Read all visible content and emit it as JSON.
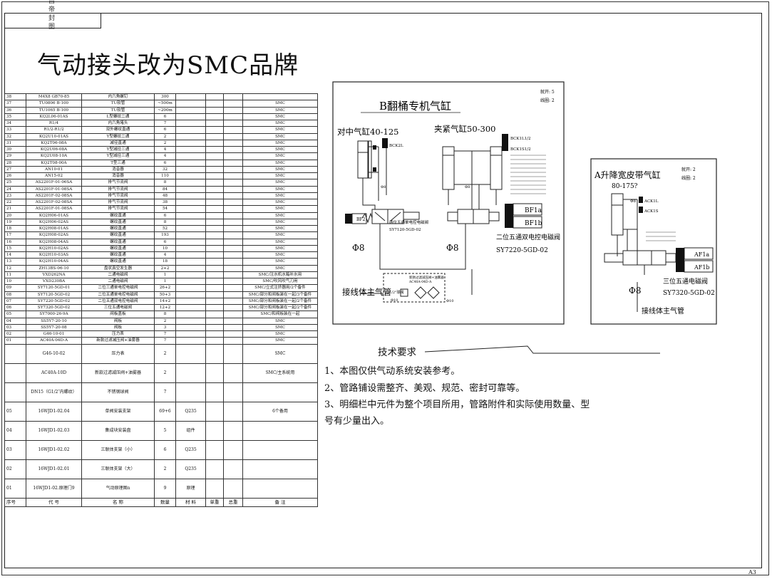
{
  "drawing": {
    "title": "气动接头改为SMC品牌",
    "stamp_text": "昌 帝 封 图",
    "sheet_size": "A3"
  },
  "bom": {
    "header": [
      "序号",
      "代  号",
      "名  称",
      "数量",
      "材  料",
      "单重",
      "总重",
      "备  注"
    ],
    "rows": [
      [
        "38",
        "M4X8 GB70-85",
        "内六角螺钉",
        "300",
        "",
        "",
        "",
        ""
      ],
      [
        "37",
        "TU0806 B-100",
        "TU软管",
        "~500m",
        "",
        "",
        "",
        "SMC"
      ],
      [
        "36",
        "TU1065 B-100",
        "TU软管",
        "~200m",
        "",
        "",
        "",
        "SMC"
      ],
      [
        "35",
        "KQ2L06-01AS",
        "L型螺纹二通",
        "6",
        "",
        "",
        "",
        "SMC"
      ],
      [
        "34",
        "R1/4",
        "内六角堵头",
        "7",
        "",
        "",
        "",
        "SMC"
      ],
      [
        "33",
        "R1/2-R1/2",
        "双外螺纹直通",
        "6",
        "",
        "",
        "",
        "SMC"
      ],
      [
        "32",
        "KQ2U10-01AS",
        "Y型螺纹二通",
        "2",
        "",
        "",
        "",
        "SMC"
      ],
      [
        "31",
        "KQ2T06-08A",
        "减径直通",
        "2",
        "",
        "",
        "",
        "SMC"
      ],
      [
        "30",
        "KQ2U06-08A",
        "Y型减径三通",
        "4",
        "",
        "",
        "",
        "SMC"
      ],
      [
        "29",
        "KQ2U08-10A",
        "Y型减径三通",
        "4",
        "",
        "",
        "",
        "SMC"
      ],
      [
        "28",
        "KQ2T08-00A",
        "T型三通",
        "6",
        "",
        "",
        "",
        "SMC"
      ],
      [
        "27",
        "AN10-01",
        "消音器",
        "32",
        "",
        "",
        "",
        "SMC"
      ],
      [
        "26",
        "AN15-02",
        "消音器",
        "110",
        "",
        "",
        "",
        "SMC"
      ],
      [
        "25",
        "AS2201F-01-06SA",
        "排气节流阀",
        "8",
        "",
        "",
        "",
        "SMC"
      ],
      [
        "24",
        "AS2201F-01-08SA",
        "排气节流阀",
        "84",
        "",
        "",
        "",
        "SMC"
      ],
      [
        "23",
        "AS2201F-02-08SA",
        "排气节流阀",
        "48",
        "",
        "",
        "",
        "SMC"
      ],
      [
        "22",
        "AS2201F-02-08SA",
        "排气节流阀",
        "38",
        "",
        "",
        "",
        "SMC"
      ],
      [
        "21",
        "AS2201F-01-08SA",
        "排气节流阀",
        "54",
        "",
        "",
        "",
        "SMC"
      ],
      [
        "20",
        "KQ2H06-01AS",
        "螺纹直通",
        "6",
        "",
        "",
        "",
        "SMC"
      ],
      [
        "19",
        "KQ2H06-02AS",
        "螺纹直通",
        "8",
        "",
        "",
        "",
        "SMC"
      ],
      [
        "18",
        "KQ2H08-01AS",
        "螺纹直通",
        "52",
        "",
        "",
        "",
        "SMC"
      ],
      [
        "17",
        "KQ2H08-02AS",
        "螺纹直通",
        "193",
        "",
        "",
        "",
        "SMC"
      ],
      [
        "16",
        "KQ2H08-04AS",
        "螺纹直通",
        "6",
        "",
        "",
        "",
        "SMC"
      ],
      [
        "15",
        "KQ2H10-02AS",
        "螺纹直通",
        "10",
        "",
        "",
        "",
        "SMC"
      ],
      [
        "14",
        "KQ2H10-03AS",
        "螺纹直通",
        "4",
        "",
        "",
        "",
        "SMC"
      ],
      [
        "13",
        "KQ2H10-04AS",
        "螺纹直通",
        "18",
        "",
        "",
        "",
        "SMC"
      ],
      [
        "12",
        "ZH13BS-06-10",
        "盘状真空发生器",
        "2+2",
        "",
        "",
        "",
        "SMC"
      ],
      [
        "11",
        "VXD262NA",
        "二通电磁阀",
        "1",
        "",
        "",
        "",
        "SMC/注水机水箱补水用"
      ],
      [
        "10",
        "VXD230BA",
        "二通电磁阀",
        "1",
        "",
        "",
        "",
        "SMC/吹风吹气刀用"
      ],
      [
        "09",
        "SY7120-5GD-01",
        "二位三通单电控电磁阀",
        "26+2",
        "",
        "",
        "",
        "SMC/立式注挤器用/2个备件"
      ],
      [
        "08",
        "SY7120-5GD-02",
        "二位五通单电控电磁阀",
        "50+3",
        "",
        "",
        "",
        "SMC/部分和阀板装在一起/3个备件"
      ],
      [
        "07",
        "SY7220-5GD-02",
        "二位五通双电控电磁阀",
        "14+2",
        "",
        "",
        "",
        "SMC/部分和阀板装在一起/2个备件"
      ],
      [
        "06",
        "SY7320-5GD-02",
        "三位五通电磁阀",
        "12+2",
        "",
        "",
        "",
        "SMC/部分和阀板装在一起/2个备件"
      ],
      [
        "05",
        "SY7000-26-9A",
        "阀板盖板",
        "8",
        "",
        "",
        "",
        "SMC/和阀板装在一起"
      ],
      [
        "04",
        "SS5Y7-20-10",
        "阀板",
        "2",
        "",
        "",
        "",
        "SMC"
      ],
      [
        "03",
        "SS5Y7-20-08",
        "阀板",
        "3",
        "",
        "",
        "",
        "SMC"
      ],
      [
        "02",
        "G46-10-01",
        "压力表",
        "7",
        "",
        "",
        "",
        "SMC"
      ],
      [
        "01",
        "AC40A-04D-A",
        "新款过滤减压阀+油雾器",
        "7",
        "",
        "",
        "",
        "SMC"
      ]
    ],
    "big_rows": [
      [
        "",
        "G46-10-02",
        "压力表",
        "2",
        "",
        "",
        "",
        "SMC"
      ],
      [
        "",
        "AC40A-10D",
        "新款过滤减压阀+油雾器",
        "2",
        "",
        "",
        "",
        "SMC/主系统用"
      ],
      [
        "",
        "DN15（G1/2″内螺纹）",
        "不锈钢球阀",
        "7",
        "",
        "",
        "",
        ""
      ],
      [
        "05",
        "16WJD1-02.04",
        "单阀安装支架",
        "69+6",
        "Q235",
        "",
        "",
        "6个备用"
      ],
      [
        "04",
        "16WJD1-02.03",
        "集成块安装盘",
        "5",
        "组件",
        "",
        "",
        ""
      ],
      [
        "03",
        "16WJD1-02.02",
        "三联体支架（小）",
        "6",
        "Q235",
        "",
        "",
        ""
      ],
      [
        "02",
        "16WJD1-02.01",
        "三联体支架（大）",
        "2",
        "Q235",
        "",
        "",
        ""
      ],
      [
        "01",
        "16WJD1-02.原理门9",
        "气动原理图n",
        "9",
        "原理",
        "",
        "",
        ""
      ]
    ]
  },
  "diagram_b": {
    "title": "B翻桶专机气缸",
    "note1": "就开: 5",
    "note2": "线圈: 2",
    "left_cyl": "对中气缸40-125",
    "right_cyl": "夹紧气缸50-300",
    "port1": "BCK2L",
    "port2": "BCK1L1/2",
    "port3": "BCK1S1/2",
    "d8": "Φ8",
    "d8b": "Φ8",
    "d8c": "Φ8",
    "d8d": "Φ8",
    "valve_left_tag": "BF2",
    "valve_left_a": "两位五通单电控电磁阀",
    "valve_left_b": "SY7120-5GD-02",
    "valve_right_a": "二位五通双电控电磁阀",
    "valve_right_b": "SY7220-5GD-02",
    "coil_a": "BF1a",
    "coil_b": "BF1b",
    "main_supply": "接线体主气管",
    "g12": "G1/2\"球阀",
    "r10a": "Φ10",
    "r10b": "Φ10",
    "small1": "新款过滤减压阀+油雾器",
    "small2": "AC40A-04D-A"
  },
  "diagram_a": {
    "title": "A升降宽皮带气缸",
    "cyl": "80-175?",
    "note1": "就开: 2",
    "note2": "线圈: 2",
    "port1": "ACK1L",
    "port2": "ACK1S",
    "d8": "Φ8",
    "d8b": "Φ8",
    "coil_a": "AF1a",
    "coil_b": "AF1b",
    "valve_a": "三位五通电磁阀",
    "valve_b": "SY7320-5GD-02",
    "main_supply": "接线体主气管"
  },
  "tech": {
    "title": "技术要求",
    "lines": [
      "1、本图仅供气动系统安装参考。",
      "2、管路铺设需整齐、美观、规范、密封可靠等。",
      "3、明细栏中元件为整个项目所用，管路附件和实际使用数量、型",
      "号有少量出入。"
    ]
  }
}
